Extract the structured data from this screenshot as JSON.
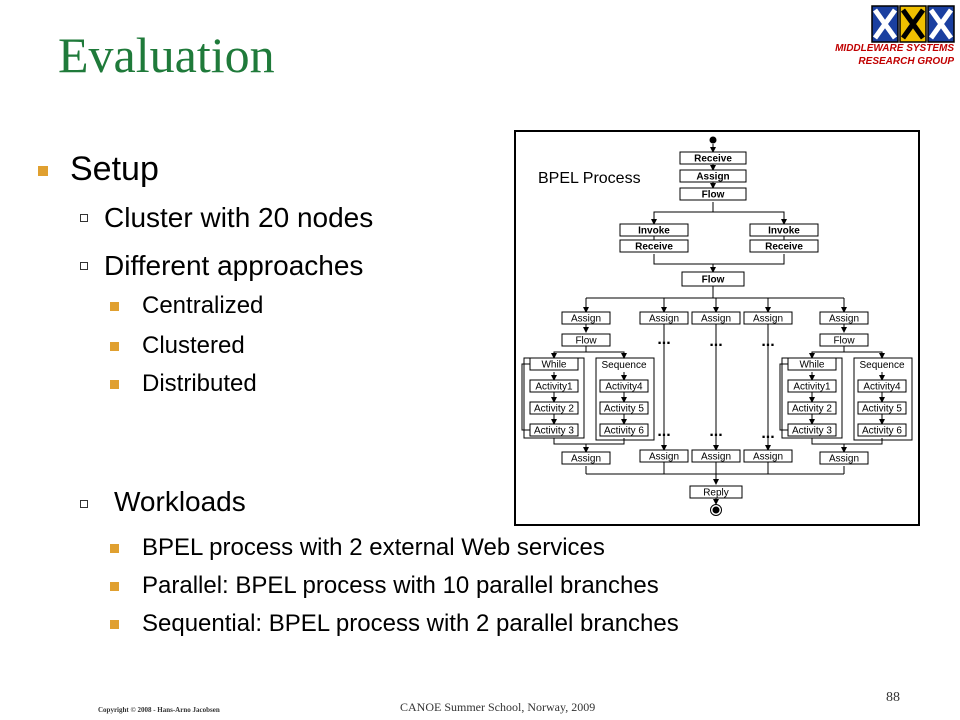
{
  "slide": {
    "title": "Evaluation",
    "page_number": "88",
    "footer_center": "CANOE Summer School, Norway, 2009",
    "copyright": "Copyright © 2008 - Hans-Arno Jacobsen"
  },
  "logo": {
    "line1": "MIDDLEWARE SYSTEMS",
    "line2": "RESEARCH GROUP"
  },
  "content": {
    "setup": {
      "heading": "Setup",
      "cluster": "Cluster with 20 nodes",
      "approaches_heading": "Different approaches",
      "approaches": [
        "Centralized",
        "Clustered",
        "Distributed"
      ]
    },
    "workloads": {
      "heading": "Workloads",
      "items": [
        "BPEL process with 2 external Web services",
        "Parallel: BPEL process with 10 parallel branches",
        "Sequential: BPEL process with 2 parallel branches"
      ]
    }
  },
  "diagram": {
    "caption": "BPEL Process",
    "receive": "Receive",
    "assign": "Assign",
    "flow": "Flow",
    "invoke": "Invoke",
    "while": "While",
    "sequence": "Sequence",
    "activity1": "Activity1",
    "activity2": "Activity 2",
    "activity3": "Activity 3",
    "activity4": "Activity4",
    "activity5": "Activity 5",
    "activity6": "Activity 6",
    "reply": "Reply",
    "ellipsis": "..."
  }
}
